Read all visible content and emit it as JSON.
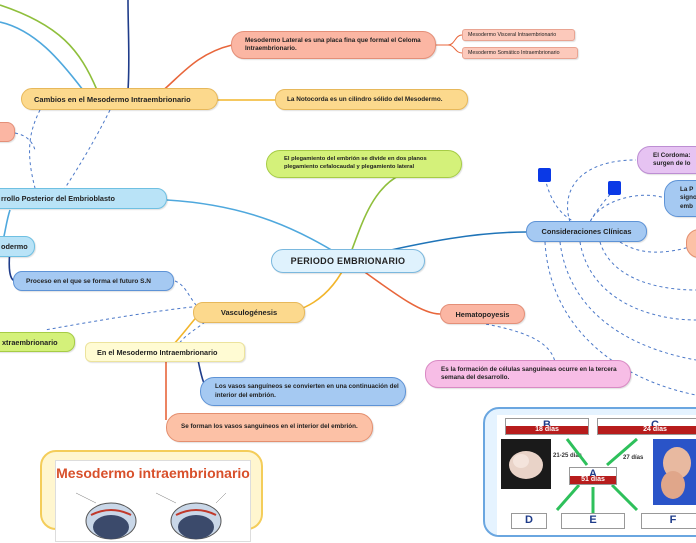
{
  "central": "PERIODO EMBRIONARIO",
  "nodes": {
    "cambios": "Cambios en el Mesodermo Intraembrionario",
    "meso_lateral": "Mesodermo Lateral es una placa fina que formal el Celoma Intraembrionario.",
    "visceral": "Mesodermo Visceral Intraembrionario",
    "somatico": "Mesodermo Somático Intraembrionario",
    "notocorda": "La Notocorda es un cilindro sólido del Mesodermo.",
    "plegamiento": "El plegamiento del embrión se divide en dos planos plegamiento cefalocaudal y plegamiento lateral",
    "desarrollo": "rrollo Posterior del Embrioblasto",
    "odermo": "odermo",
    "proceso": "Proceso en el que se forma el futuro S.N",
    "vasculogenesis": "Vasculogénesis",
    "extraembrionario": "xtraembrionario",
    "en_meso": "En el Mesodermo Intraembrionario",
    "vasos_convierten": "Los vasos sanguíneos se convierten en una continuación del interior del embrión.",
    "vasos_forman": "Se forman los vasos sanguíneos en el interior del embrión.",
    "hematopoyesis": "Hematopoyesis",
    "formacion": "Es la formación de células sanguíneas ocurre en la tercera semana del desarrollo.",
    "consideraciones": "Consideraciones Clínicas",
    "cordoma": "El Cordoma: surgen de lo",
    "la_p": "La P signo emb"
  },
  "image_left": {
    "title": "Mesodermo intraembrionario"
  },
  "image_right": {
    "stage_b": "B",
    "stage_b_days": "18 días",
    "stage_c": "C",
    "stage_c_days": "24 días",
    "stage_a": "A",
    "stage_a_days": "51 días",
    "range_left": "21-25 días",
    "range_right": "27 días",
    "stage_d": "D",
    "stage_e": "E",
    "stage_f": "F"
  },
  "colors": {
    "accent_blue": "#0a39e6",
    "line_blue": "#1f74b8",
    "line_orange": "#e8663b",
    "line_yellow": "#f2b52b",
    "line_green": "#8fbf3c",
    "dashed": "#4b78c8"
  }
}
